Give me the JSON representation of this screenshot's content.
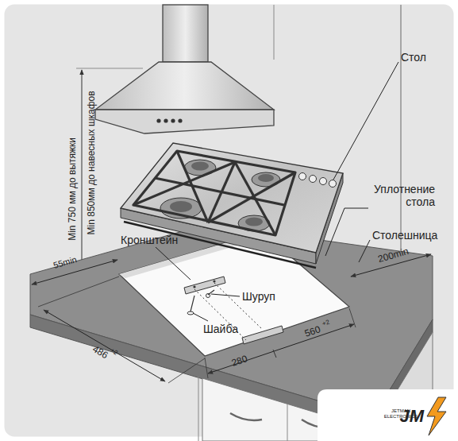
{
  "diagram": {
    "labels": [
      "Стол",
      "Уплотнение стола",
      "Столешница",
      "Кронштейн",
      "Шуруп",
      "Шайба",
      "Min 750 мм до вытяжки",
      "Min 850мм до навесных шкафов",
      "55min",
      "486",
      "+2",
      "280",
      "560",
      "+2",
      "200min",
      "JETMAN ELECTRONICS",
      "JM"
    ]
  }
}
